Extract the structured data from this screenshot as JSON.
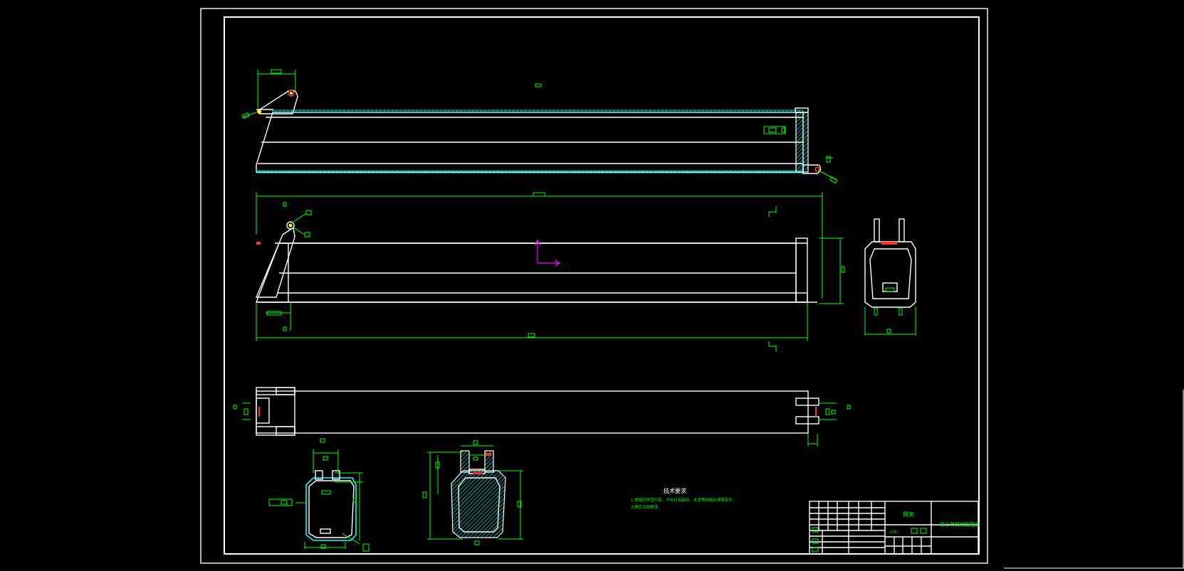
{
  "drawing": {
    "background": "#000000",
    "line_color": "#ffffff",
    "dimension_color": "#00ff00",
    "hatch_color": "#00ffff",
    "highlight_color": "#ff3030",
    "ucs_color": "#ff00ff"
  },
  "notes": {
    "heading": "技术要求",
    "line1": "1.焊缝应牢固可靠，不允许有裂纹、夹渣等缺陷及焊接变形。",
    "line2": "2.焊后去除焊渣。"
  },
  "title_block": {
    "part_name": "臂架",
    "drawing_name": "第二节臂架焊接图",
    "scale": "1:6"
  }
}
